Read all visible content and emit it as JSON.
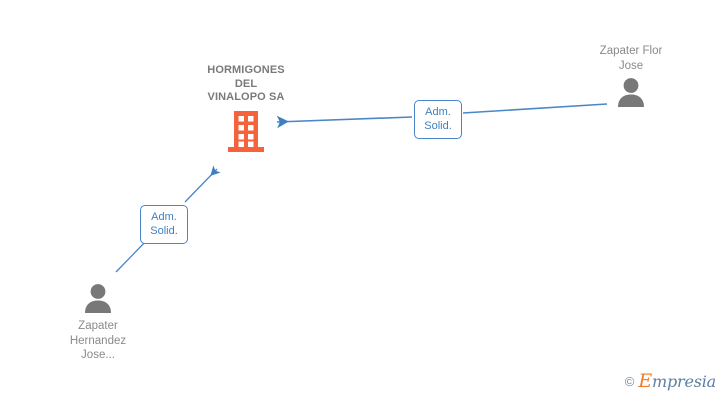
{
  "diagram": {
    "type": "corporate-relationship-graph",
    "background_color": "#ffffff",
    "company": {
      "name": "HORMIGONES\nDEL\nVINALOPO SA",
      "icon": "building-icon",
      "icon_color": "#f4633c",
      "text_color": "#7a7a7a"
    },
    "persons": [
      {
        "id": "person-zapater-flor-jose",
        "name": "Zapater Flor\nJose",
        "icon": "person-avatar-icon",
        "icon_color": "#787878",
        "text_color": "#8a8a8a"
      },
      {
        "id": "person-zapater-hernandez-jose",
        "name": "Zapater\nHernandez\nJose...",
        "icon": "person-avatar-icon",
        "icon_color": "#787878",
        "text_color": "#8a8a8a"
      }
    ],
    "relations": [
      {
        "id": "relation-flor-jose",
        "label": "Adm.\nSolid.",
        "from": "person-zapater-flor-jose",
        "to": "company",
        "edge_color": "#4a86c8",
        "border_color": "#4a86c8",
        "label_text_color": "#3f7fc1"
      },
      {
        "id": "relation-hernandez-jose",
        "label": "Adm.\nSolid.",
        "from": "person-zapater-hernandez-jose",
        "to": "company",
        "edge_color": "#4a86c8",
        "border_color": "#4a86c8",
        "label_text_color": "#3f7fc1"
      }
    ]
  },
  "watermark": {
    "copyright": "©",
    "brand_initial": "E",
    "brand_rest": "mpresia",
    "initial_color": "#f07c2e",
    "rest_color": "#5c7fa3"
  }
}
